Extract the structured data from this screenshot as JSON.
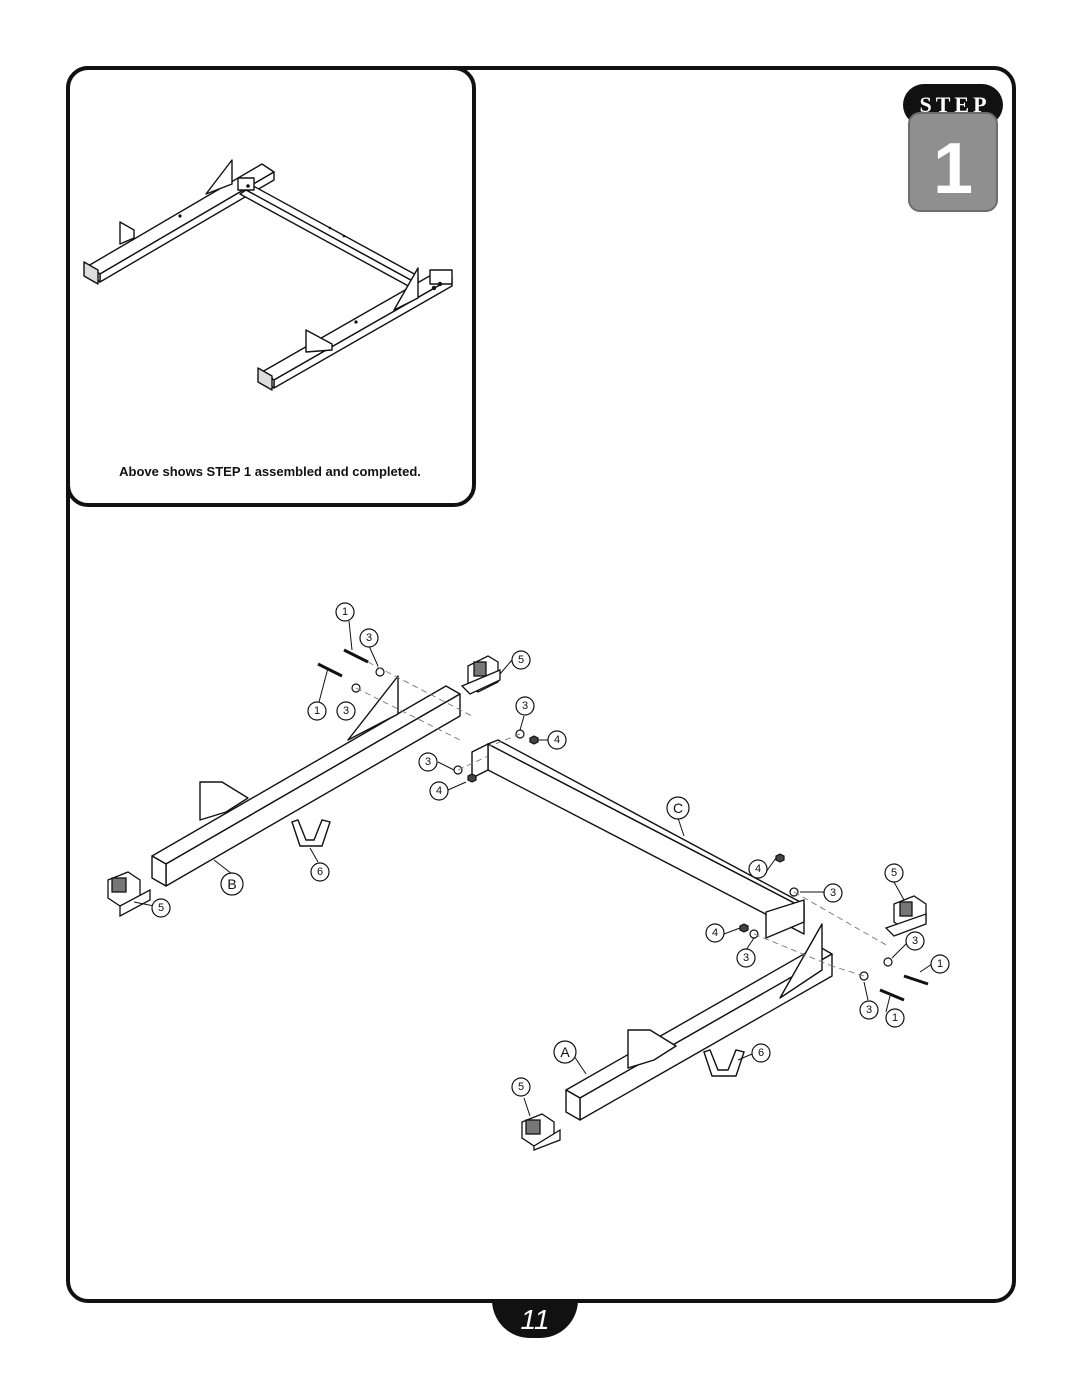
{
  "inset": {
    "caption": "Above shows STEP 1 assembled and completed."
  },
  "step": {
    "word": "STEP",
    "number": "1"
  },
  "page_number": "11",
  "callouts": [
    {
      "id": "c1",
      "label": "1"
    },
    {
      "id": "c2",
      "label": "3"
    },
    {
      "id": "c3",
      "label": "1"
    },
    {
      "id": "c4",
      "label": "3"
    },
    {
      "id": "c5",
      "label": "5"
    },
    {
      "id": "c6",
      "label": "3"
    },
    {
      "id": "c7",
      "label": "4"
    },
    {
      "id": "c8",
      "label": "3"
    },
    {
      "id": "c9",
      "label": "4"
    },
    {
      "id": "c10",
      "label": "C"
    },
    {
      "id": "c11",
      "label": "B"
    },
    {
      "id": "c12",
      "label": "6"
    },
    {
      "id": "c13",
      "label": "5"
    },
    {
      "id": "c14",
      "label": "4"
    },
    {
      "id": "c15",
      "label": "3"
    },
    {
      "id": "c16",
      "label": "5"
    },
    {
      "id": "c17",
      "label": "4"
    },
    {
      "id": "c18",
      "label": "3"
    },
    {
      "id": "c19",
      "label": "3"
    },
    {
      "id": "c20",
      "label": "1"
    },
    {
      "id": "c21",
      "label": "3"
    },
    {
      "id": "c22",
      "label": "1"
    },
    {
      "id": "c23",
      "label": "A"
    },
    {
      "id": "c24",
      "label": "6"
    },
    {
      "id": "c25",
      "label": "5"
    }
  ]
}
